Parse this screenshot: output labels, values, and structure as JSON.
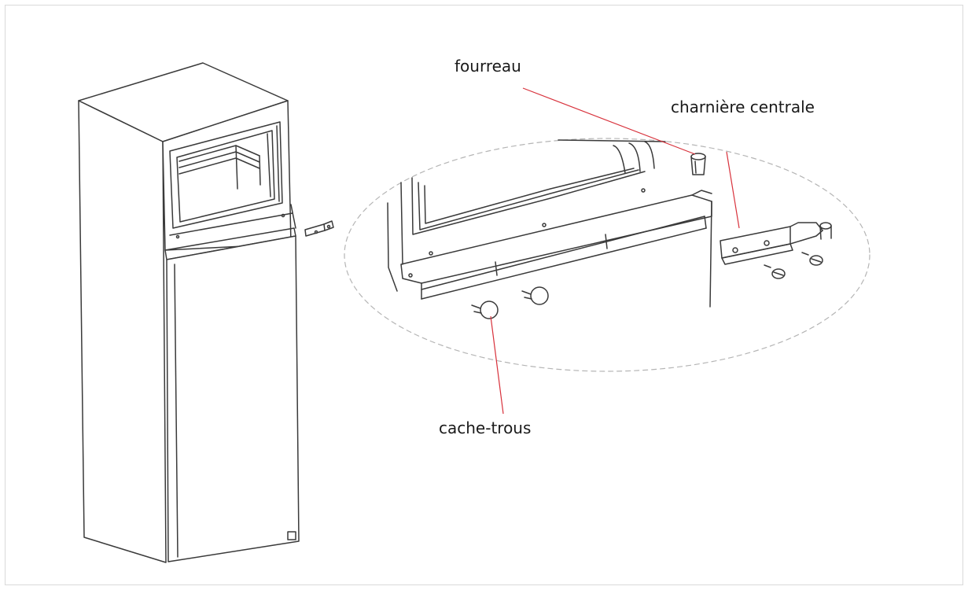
{
  "labels": {
    "fourreau": "fourreau",
    "charniere_centrale": "charnière centrale",
    "cache_trous": "cache-trous"
  },
  "colors": {
    "line": "#3a3a3a",
    "leader": "#d8323c",
    "dashed": "#b5b5b5",
    "frame": "#d9d9d9"
  },
  "icons": [
    "fridge-icon",
    "hinge-icon",
    "screw-icon",
    "plug-icon",
    "bushing-icon"
  ]
}
